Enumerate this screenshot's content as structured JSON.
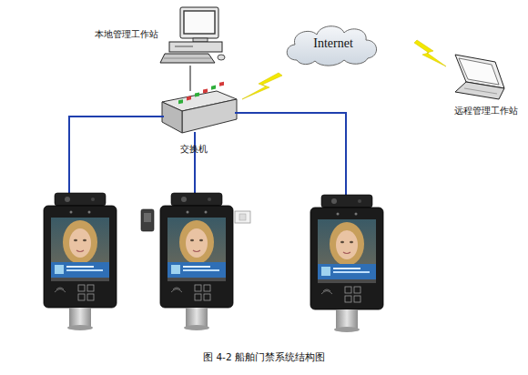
{
  "diagram": {
    "caption": "图 4-2 船舶门禁系统结构图",
    "nodes": [
      {
        "text": [
          "本地管理工作站"
        ]
      },
      {
        "text": [
          "Internet"
        ]
      },
      {
        "text": [
          "远程管理工作站"
        ]
      },
      {
        "text": [
          "交换机"
        ]
      }
    ],
    "edges": [
      {
        "from": 0,
        "to": 3,
        "arrow": "none"
      }
    ]
  }
}
